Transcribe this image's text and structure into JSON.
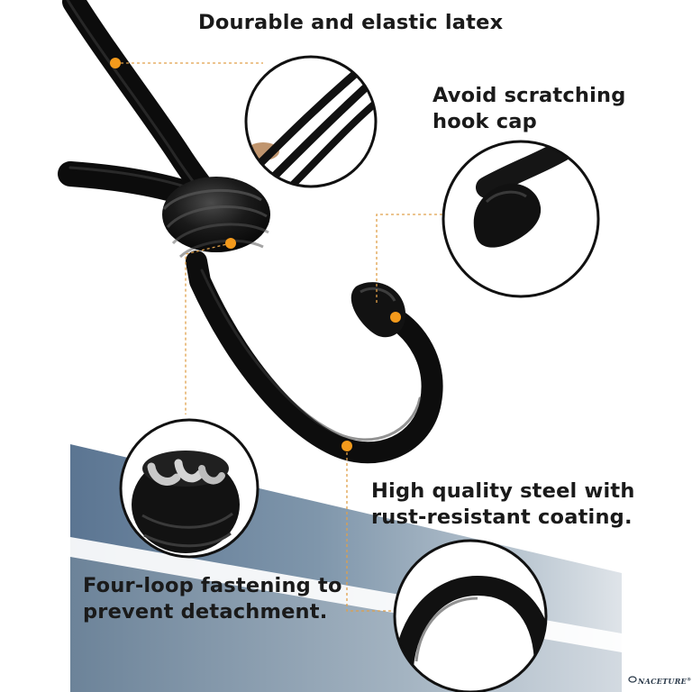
{
  "callouts": {
    "latex": "Dourable and elastic latex",
    "cap_line1": "Avoid scratching",
    "cap_line2": "hook cap",
    "steel_line1": "High quality steel with",
    "steel_line2": "rust-resistant coating.",
    "loop_line1": "Four-loop fastening to",
    "loop_line2": "prevent detachment."
  },
  "brand": {
    "name": "NACETURE",
    "mark": "®"
  },
  "colors": {
    "accent_dot": "#f39a1c",
    "leader_line": "#e0a04a",
    "band_dark": "#5a7390",
    "band_light": "#d9dfe6",
    "product_black": "#111111"
  }
}
